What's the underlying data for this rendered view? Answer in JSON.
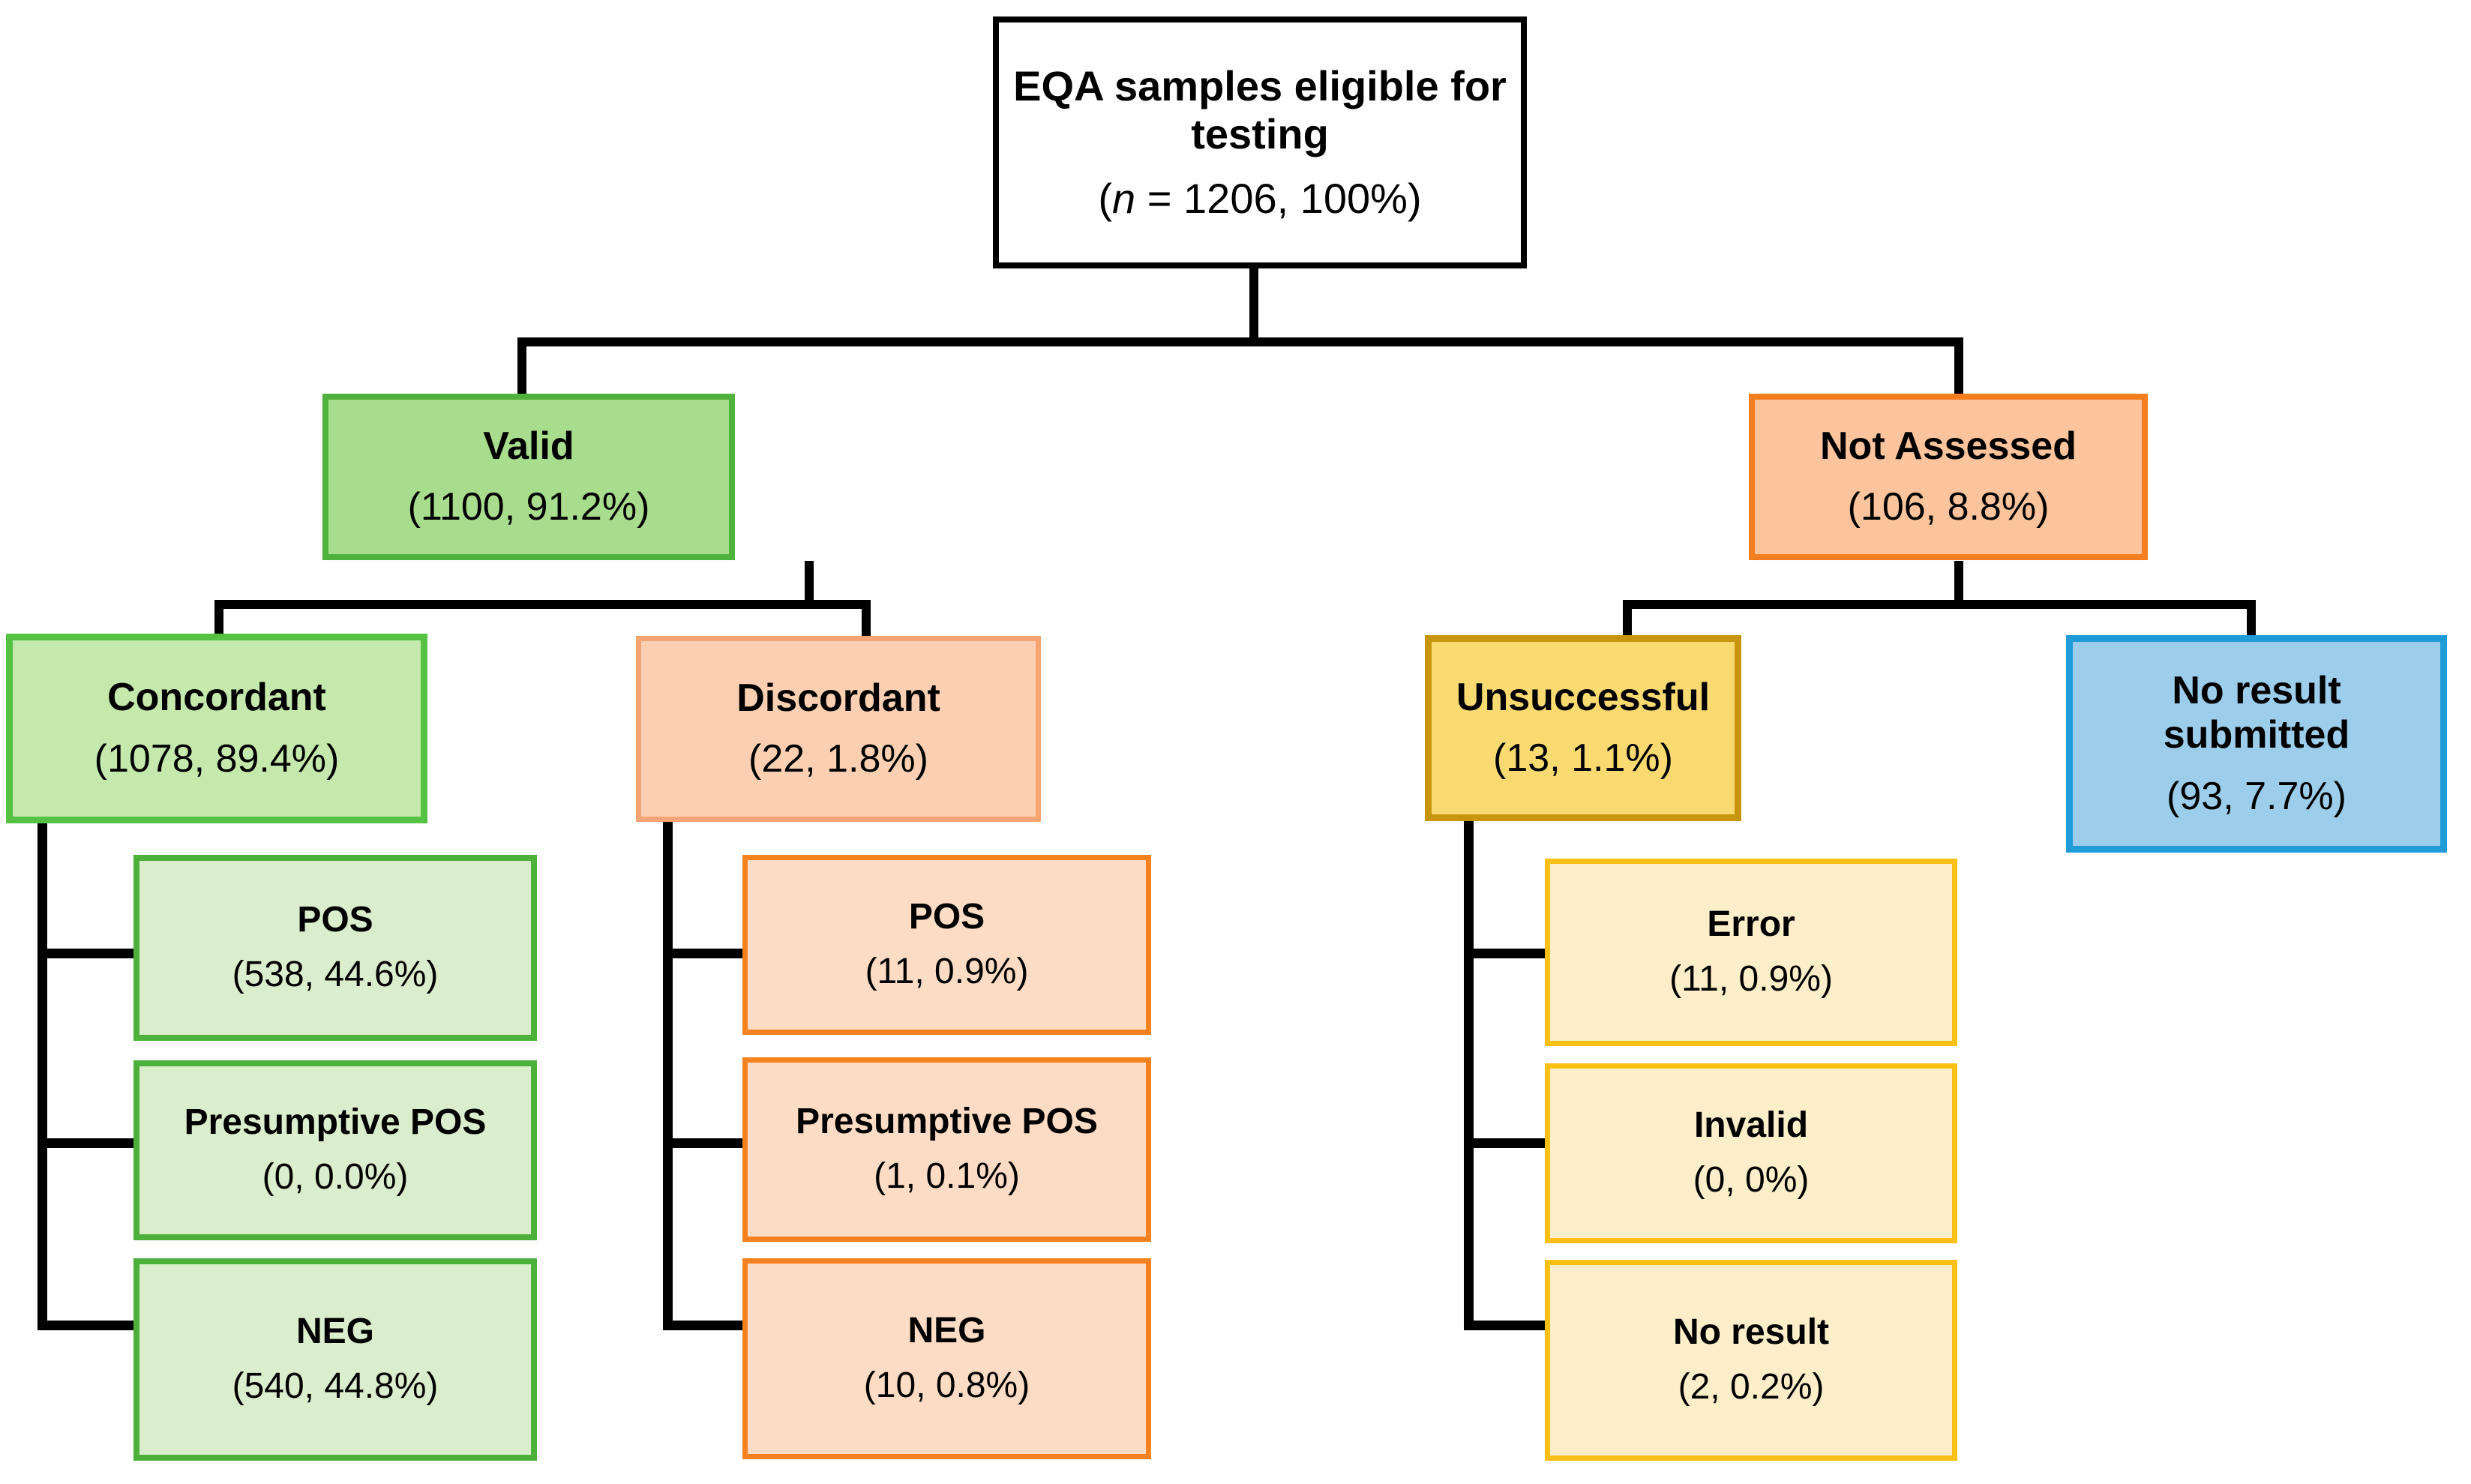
{
  "diagram": {
    "type": "flowchart",
    "title": "EQA sample disposition flow",
    "total_n": 1206,
    "colors": {
      "root_border": "#000000",
      "root_fill": "#ffffff",
      "green_fill": "#a8dd8e",
      "green_border": "#4eb23c",
      "green_light_fill": "#c5e9ad",
      "green_light_border": "#56c244",
      "green_leaf_fill": "#daeecd",
      "green_leaf_border": "#4cb03b",
      "orange_fill": "#fcc49c",
      "orange_border": "#f57f20",
      "peach_fill": "#fbd0b2",
      "peach_border": "#f5a474",
      "orange_leaf_fill": "#fcdcc4",
      "orange_leaf_border": "#f5821f",
      "yellow_fill": "#f9da71",
      "yellow_border": "#c8950f",
      "yellow_leaf_fill": "#fdeeca",
      "yellow_leaf_border": "#fcc015",
      "blue_fill": "#9ccdeb",
      "blue_border": "#1f9cd8",
      "connector": "#000000"
    }
  },
  "nodes": {
    "root": {
      "title_line1": "EQA samples eligible for",
      "title_line2": "testing",
      "count_prefix": "(",
      "count_italic": "n",
      "count_body": " = 1206, 100%)",
      "n": 1206,
      "percent": "100%"
    },
    "valid": {
      "title": "Valid",
      "count": "(1100, 91.2%)",
      "n": 1100,
      "percent": "91.2%"
    },
    "not_assessed": {
      "title": "Not Assessed",
      "count": "(106, 8.8%)",
      "n": 106,
      "percent": "8.8%"
    },
    "concordant": {
      "title": "Concordant",
      "count": "(1078, 89.4%)",
      "n": 1078,
      "percent": "89.4%"
    },
    "discordant": {
      "title": "Discordant",
      "count": "(22, 1.8%)",
      "n": 22,
      "percent": "1.8%"
    },
    "unsuccessful": {
      "title": "Unsuccessful",
      "count": "(13, 1.1%)",
      "n": 13,
      "percent": "1.1%"
    },
    "no_result_submitted": {
      "title_line1": "No result",
      "title_line2": "submitted",
      "count": "(93, 7.7%)",
      "n": 93,
      "percent": "7.7%"
    },
    "concordant_pos": {
      "title": "POS",
      "count": "(538, 44.6%)",
      "n": 538,
      "percent": "44.6%"
    },
    "concordant_presumptive_pos": {
      "title": "Presumptive POS",
      "count": "(0, 0.0%)",
      "n": 0,
      "percent": "0.0%"
    },
    "concordant_neg": {
      "title": "NEG",
      "count": "(540, 44.8%)",
      "n": 540,
      "percent": "44.8%"
    },
    "discordant_pos": {
      "title": "POS",
      "count": "(11, 0.9%)",
      "n": 11,
      "percent": "0.9%"
    },
    "discordant_presumptive_pos": {
      "title": "Presumptive POS",
      "count": "(1, 0.1%)",
      "n": 1,
      "percent": "0.1%"
    },
    "discordant_neg": {
      "title": "NEG",
      "count": "(10, 0.8%)",
      "n": 10,
      "percent": "0.8%"
    },
    "unsuccessful_error": {
      "title": "Error",
      "count": "(11, 0.9%)",
      "n": 11,
      "percent": "0.9%"
    },
    "unsuccessful_invalid": {
      "title": "Invalid",
      "count": "(0, 0%)",
      "n": 0,
      "percent": "0%"
    },
    "unsuccessful_no_result": {
      "title": "No result",
      "count": "(2, 0.2%)",
      "n": 2,
      "percent": "0.2%"
    }
  }
}
